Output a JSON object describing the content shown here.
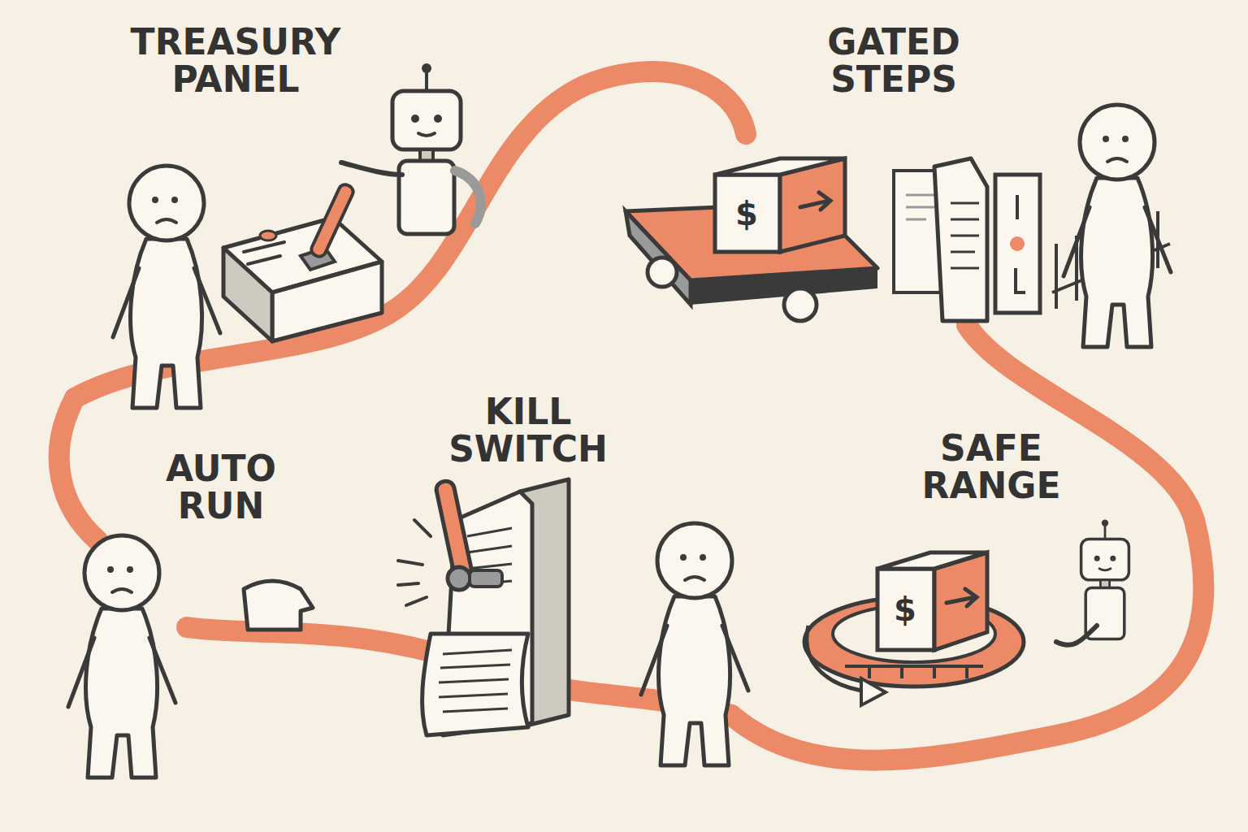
{
  "diagram": {
    "labels": [
      "TREASURY PANEL",
      "GATED STEPS",
      "$",
      "AUTO RUN",
      "KILL SWITCH",
      "SAFE RANGE",
      "$"
    ]
  }
}
